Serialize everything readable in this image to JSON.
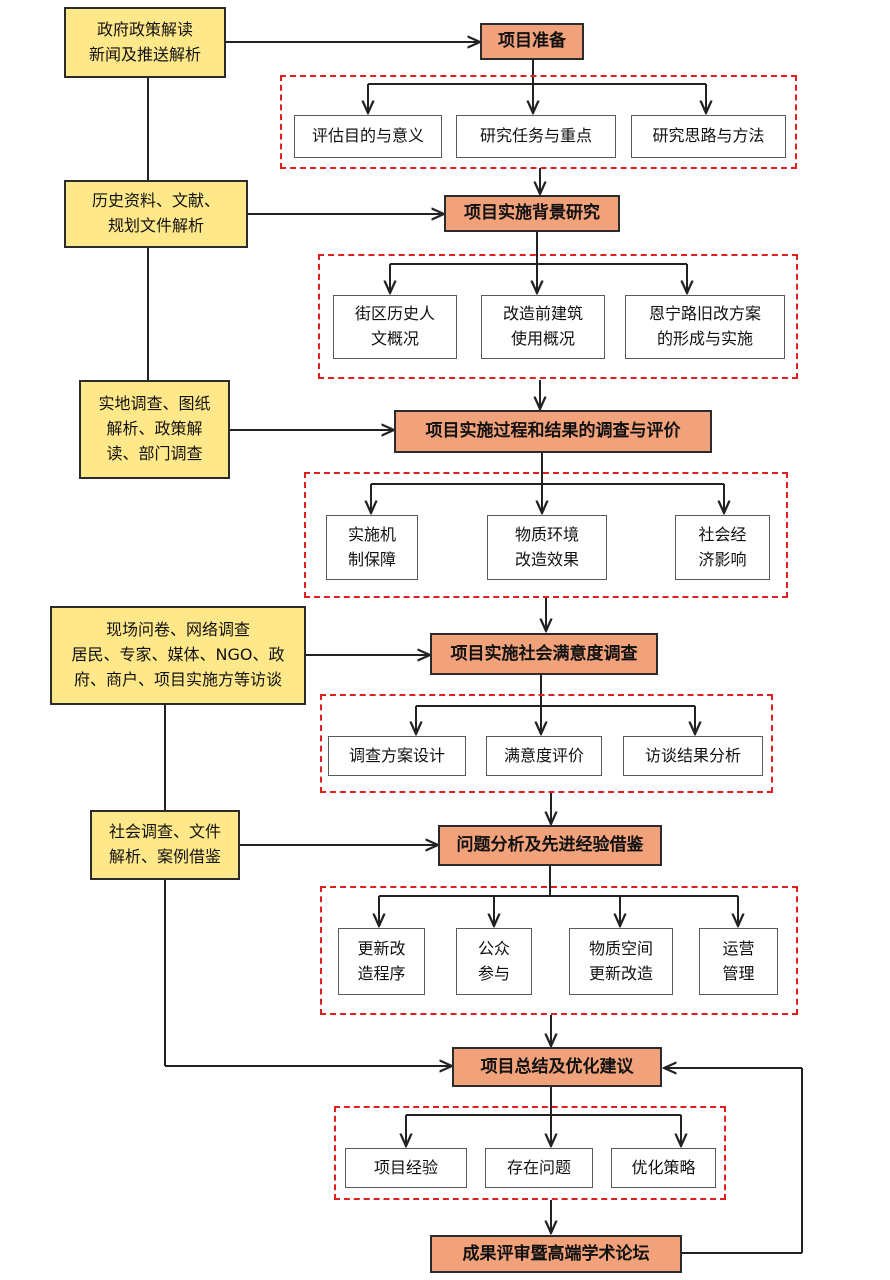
{
  "sources": {
    "s1": [
      "政府政策解读",
      "新闻及推送解析"
    ],
    "s2": [
      "历史资料、文献、",
      "规划文件解析"
    ],
    "s3": [
      "实地调查、图纸",
      "解析、政策解",
      "读、部门调查"
    ],
    "s4": [
      "现场问卷、网络调查",
      "居民、专家、媒体、NGO、政",
      "府、商户、项目实施方等访谈"
    ],
    "s5": [
      "社会调查、文件",
      "解析、案例借鉴"
    ]
  },
  "stages": {
    "st1": "项目准备",
    "st2": "项目实施背景研究",
    "st3": "项目实施过程和结果的调查与评价",
    "st4": "项目实施社会满意度调查",
    "st5": "问题分析及先进经验借鉴",
    "st6": "项目总结及优化建议",
    "st7": "成果评审暨高端学术论坛"
  },
  "items": {
    "g1": [
      [
        "评估目的与意义"
      ],
      [
        "研究任务与重点"
      ],
      [
        "研究思路与方法"
      ]
    ],
    "g2": [
      [
        "街区历史人",
        "文概况"
      ],
      [
        "改造前建筑",
        "使用概况"
      ],
      [
        "恩宁路旧改方案",
        "的形成与实施"
      ]
    ],
    "g3": [
      [
        "实施机",
        "制保障"
      ],
      [
        "物质环境",
        "改造效果"
      ],
      [
        "社会经",
        "济影响"
      ]
    ],
    "g4": [
      [
        "调查方案设计"
      ],
      [
        "满意度评价"
      ],
      [
        "访谈结果分析"
      ]
    ],
    "g5": [
      [
        "更新改",
        "造程序"
      ],
      [
        "公众",
        "参与"
      ],
      [
        "物质空间",
        "更新改造"
      ],
      [
        "运营",
        "管理"
      ]
    ],
    "g6": [
      [
        "项目经验"
      ],
      [
        "存在问题"
      ],
      [
        "优化策略"
      ]
    ]
  },
  "colors": {
    "source_fill": "#ffe88a",
    "stage_fill": "#f2a27a",
    "group_border": "#e02020"
  }
}
